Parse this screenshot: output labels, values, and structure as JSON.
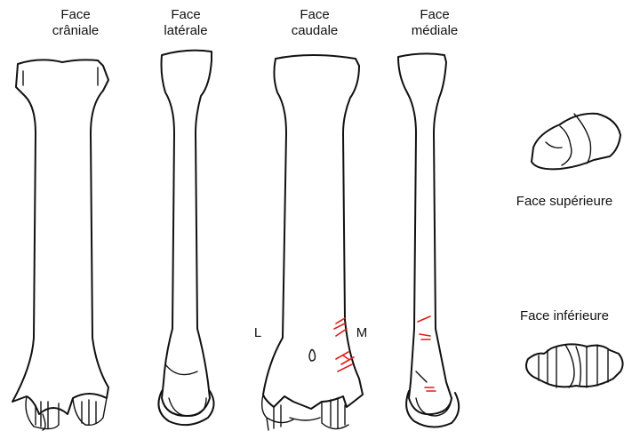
{
  "views": {
    "cranial": {
      "line1": "Face",
      "line2": "crâniale"
    },
    "lateral": {
      "line1": "Face",
      "line2": "latérale"
    },
    "caudal": {
      "line1": "Face",
      "line2": "caudale"
    },
    "medial": {
      "line1": "Face",
      "line2": "médiale"
    },
    "superior": {
      "label": "Face supérieure"
    },
    "inferior": {
      "label": "Face inférieure"
    }
  },
  "orientation": {
    "lateral_side": "L",
    "medial_side": "M"
  },
  "colors": {
    "outline": "#111111",
    "cut_marks": "#e01b1b"
  }
}
